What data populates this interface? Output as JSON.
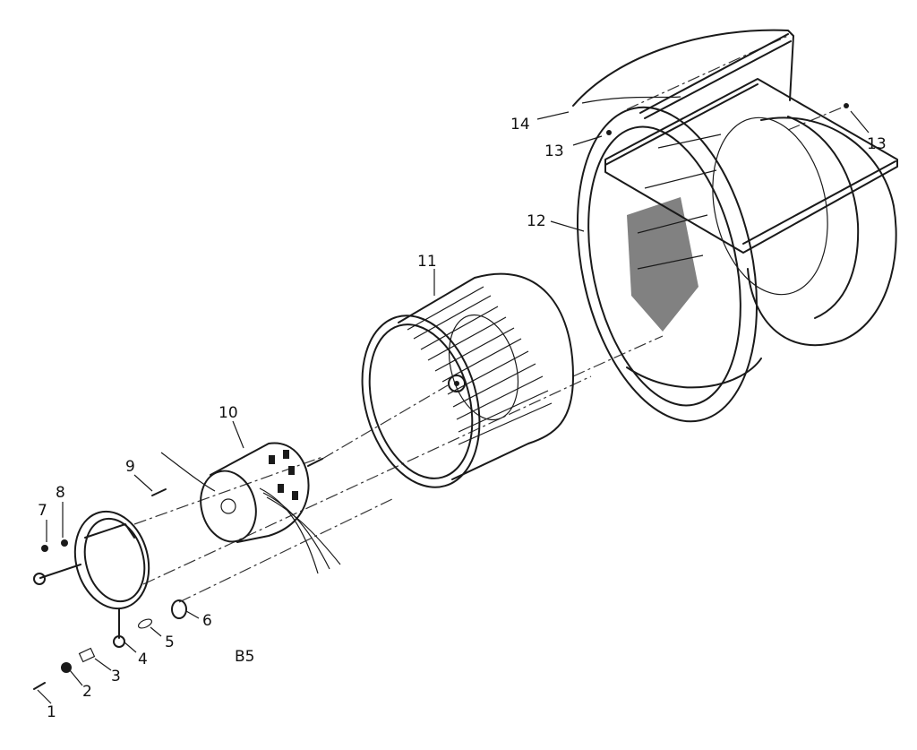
{
  "diagram": {
    "model_code": "B5",
    "callouts": [
      "1",
      "2",
      "3",
      "4",
      "5",
      "6",
      "7",
      "8",
      "9",
      "10",
      "11",
      "12",
      "13",
      "13",
      "14"
    ]
  }
}
